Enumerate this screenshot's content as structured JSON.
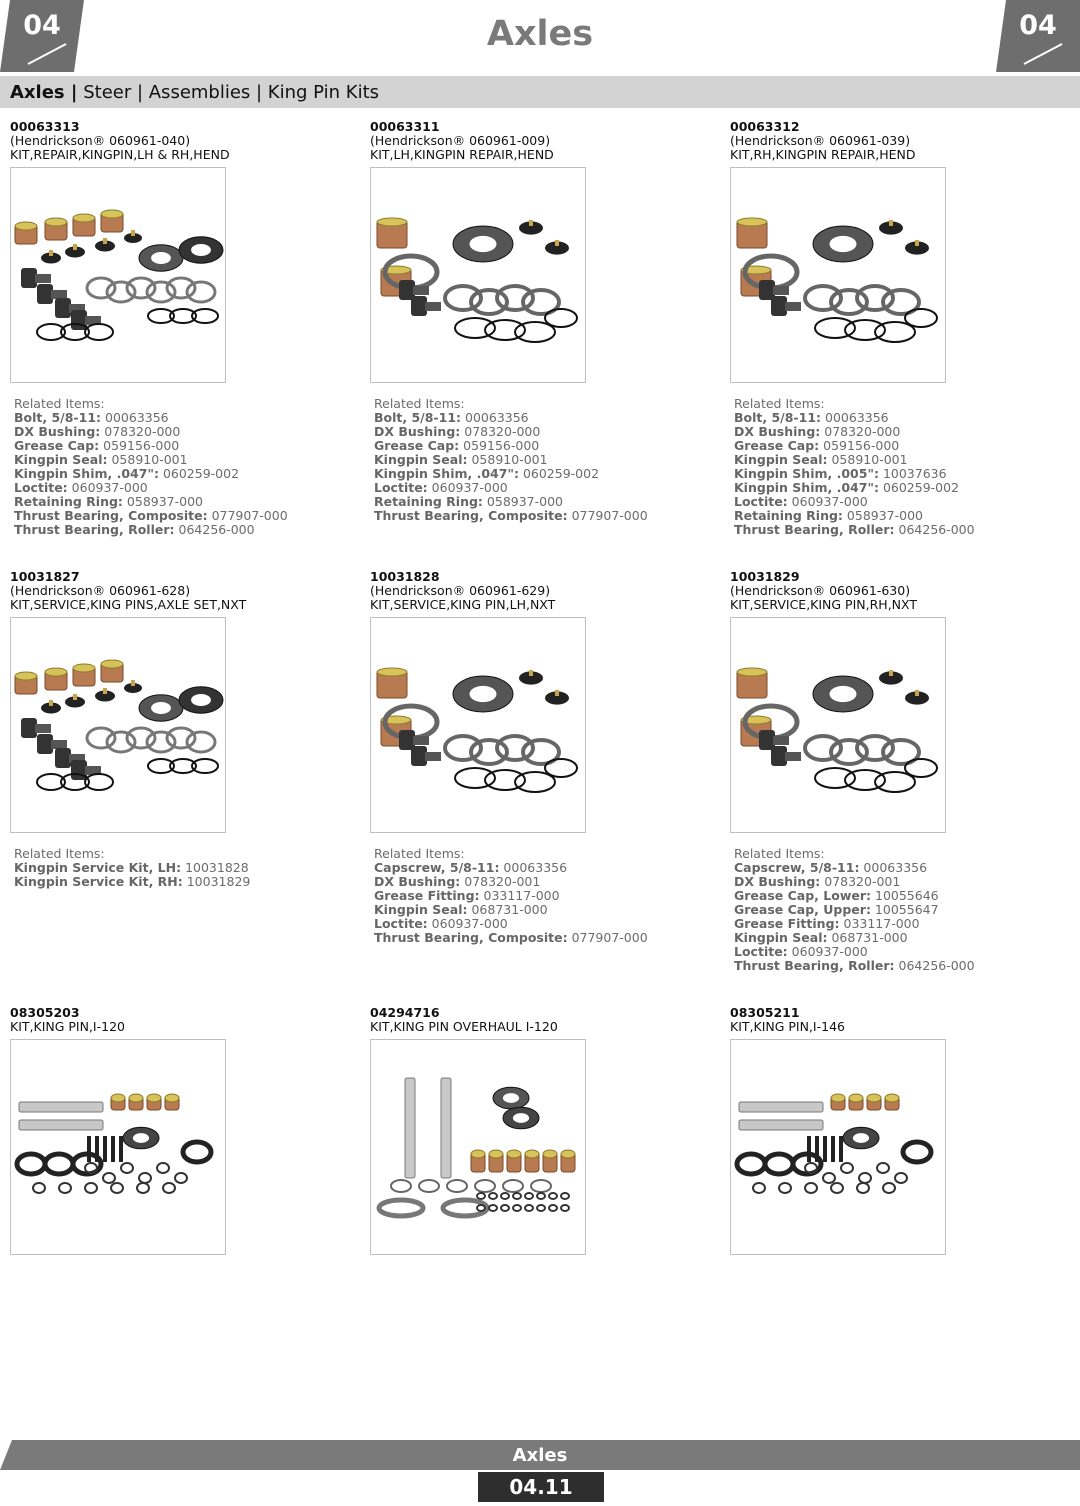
{
  "header": {
    "section_number": "04",
    "title": "Axles"
  },
  "breadcrumb": {
    "root": "Axles |",
    "path": " Steer | Assemblies | King Pin Kits"
  },
  "related_label": "Related Items:",
  "products": [
    {
      "part_number": "00063313",
      "cross_ref": "(Hendrickson® 060961-040)",
      "description": "KIT,REPAIR,KINGPIN,LH & RH,HEND",
      "image": "kit-full",
      "related": [
        {
          "name": "Bolt, 5/8-11:",
          "value": " 00063356"
        },
        {
          "name": "DX Bushing:",
          "value": " 078320-000"
        },
        {
          "name": "Grease Cap:",
          "value": " 059156-000"
        },
        {
          "name": "Kingpin Seal:",
          "value": " 058910-001"
        },
        {
          "name": "Kingpin Shim, .047\":",
          "value": " 060259-002"
        },
        {
          "name": "Loctite:",
          "value": " 060937-000"
        },
        {
          "name": "Retaining Ring:",
          "value": " 058937-000"
        },
        {
          "name": "Thrust Bearing, Composite:",
          "value": " 077907-000"
        },
        {
          "name": "Thrust Bearing, Roller:",
          "value": " 064256-000"
        }
      ]
    },
    {
      "part_number": "00063311",
      "cross_ref": "(Hendrickson® 060961-009)",
      "description": "KIT,LH,KINGPIN REPAIR,HEND",
      "image": "kit-half",
      "related": [
        {
          "name": "Bolt, 5/8-11:",
          "value": " 00063356"
        },
        {
          "name": "DX Bushing:",
          "value": " 078320-000"
        },
        {
          "name": "Grease Cap:",
          "value": " 059156-000"
        },
        {
          "name": "Kingpin Seal:",
          "value": " 058910-001"
        },
        {
          "name": "Kingpin Shim, .047\":",
          "value": " 060259-002"
        },
        {
          "name": "Loctite:",
          "value": " 060937-000"
        },
        {
          "name": "Retaining Ring:",
          "value": " 058937-000"
        },
        {
          "name": "Thrust Bearing, Composite:",
          "value": " 077907-000"
        }
      ]
    },
    {
      "part_number": "00063312",
      "cross_ref": "(Hendrickson® 060961-039)",
      "description": "KIT,RH,KINGPIN REPAIR,HEND",
      "image": "kit-half",
      "related": [
        {
          "name": "Bolt, 5/8-11:",
          "value": " 00063356"
        },
        {
          "name": "DX Bushing:",
          "value": " 078320-000"
        },
        {
          "name": "Grease Cap:",
          "value": " 059156-000"
        },
        {
          "name": "Kingpin Seal:",
          "value": " 058910-001"
        },
        {
          "name": "Kingpin Shim, .005\":",
          "value": " 10037636"
        },
        {
          "name": "Kingpin Shim, .047\":",
          "value": " 060259-002"
        },
        {
          "name": "Loctite:",
          "value": " 060937-000"
        },
        {
          "name": "Retaining Ring:",
          "value": " 058937-000"
        },
        {
          "name": "Thrust Bearing, Roller:",
          "value": " 064256-000"
        }
      ]
    },
    {
      "part_number": "10031827",
      "cross_ref": "(Hendrickson® 060961-628)",
      "description": "KIT,SERVICE,KING PINS,AXLE SET,NXT",
      "image": "kit-full",
      "related": [
        {
          "name": "Kingpin Service Kit, LH:",
          "value": " 10031828"
        },
        {
          "name": "Kingpin Service Kit, RH:",
          "value": " 10031829"
        }
      ]
    },
    {
      "part_number": "10031828",
      "cross_ref": "(Hendrickson® 060961-629)",
      "description": "KIT,SERVICE,KING PIN,LH,NXT",
      "image": "kit-half",
      "related": [
        {
          "name": "Capscrew, 5/8-11:",
          "value": " 00063356"
        },
        {
          "name": "DX Bushing:",
          "value": " 078320-001"
        },
        {
          "name": "Grease Fitting:",
          "value": " 033117-000"
        },
        {
          "name": "Kingpin Seal:",
          "value": " 068731-000"
        },
        {
          "name": "Loctite:",
          "value": " 060937-000"
        },
        {
          "name": "Thrust Bearing, Composite:",
          "value": " 077907-000"
        }
      ]
    },
    {
      "part_number": "10031829",
      "cross_ref": "(Hendrickson® 060961-630)",
      "description": "KIT,SERVICE,KING PIN,RH,NXT",
      "image": "kit-half",
      "related": [
        {
          "name": "Capscrew, 5/8-11:",
          "value": " 00063356"
        },
        {
          "name": "DX Bushing:",
          "value": " 078320-001"
        },
        {
          "name": "Grease Cap, Lower:",
          "value": " 10055646"
        },
        {
          "name": "Grease Cap, Upper:",
          "value": " 10055647"
        },
        {
          "name": "Grease Fitting:",
          "value": " 033117-000"
        },
        {
          "name": "Kingpin Seal:",
          "value": " 068731-000"
        },
        {
          "name": "Loctite:",
          "value": " 060937-000"
        },
        {
          "name": "Thrust Bearing, Roller:",
          "value": " 064256-000"
        }
      ]
    },
    {
      "part_number": "08305203",
      "cross_ref": "",
      "description": "KIT,KING PIN,I-120",
      "image": "kit-pins",
      "related": []
    },
    {
      "part_number": "04294716",
      "cross_ref": "",
      "description": "KIT,KING PIN OVERHAUL I-120",
      "image": "kit-pins-vertical",
      "related": []
    },
    {
      "part_number": "08305211",
      "cross_ref": "",
      "description": "KIT,KING PIN,I-146",
      "image": "kit-pins",
      "related": []
    }
  ],
  "footer": {
    "label": "Axles",
    "page": "04.11"
  },
  "colors": {
    "tab": "#6e6e6e",
    "breadcrumb_bg": "#d3d3d3",
    "footer_band": "#7a7a7a",
    "page_box": "#2e2e2e",
    "bronze": "#b87a50",
    "rubber": "#333333"
  }
}
